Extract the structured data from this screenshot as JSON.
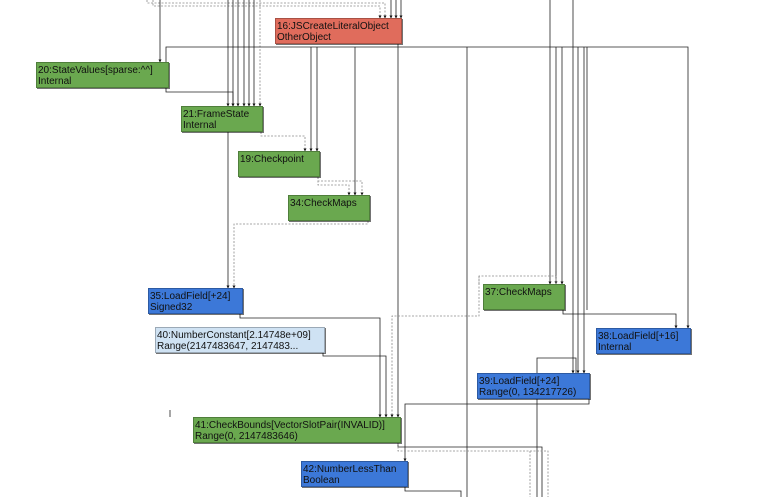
{
  "nodes": [
    {
      "id": "16",
      "line1": "16:JSCreateLiteralObject",
      "line2": "OtherObject",
      "kind": "red"
    },
    {
      "id": "20",
      "line1": "20:StateValues[sparse:^^]",
      "line2": "Internal",
      "kind": "green"
    },
    {
      "id": "21",
      "line1": "21:FrameState",
      "line2": "Internal",
      "kind": "green"
    },
    {
      "id": "19",
      "line1": "19:Checkpoint",
      "line2": "",
      "kind": "green"
    },
    {
      "id": "34",
      "line1": "34:CheckMaps",
      "line2": "",
      "kind": "green"
    },
    {
      "id": "35",
      "line1": "35:LoadField[+24]",
      "line2": "Signed32",
      "kind": "blue"
    },
    {
      "id": "37",
      "line1": "37:CheckMaps",
      "line2": "",
      "kind": "green"
    },
    {
      "id": "40",
      "line1": "40:NumberConstant[2.14748e+09]",
      "line2": "Range(2147483647, 2147483...",
      "kind": "pale"
    },
    {
      "id": "38",
      "line1": "38:LoadField[+16]",
      "line2": "Internal",
      "kind": "blue"
    },
    {
      "id": "39",
      "line1": "39:LoadField[+24]",
      "line2": "Range(0, 134217726)",
      "kind": "blue"
    },
    {
      "id": "41",
      "line1": "41:CheckBounds[VectorSlotPair(INVALID)]",
      "line2": "Range(0, 2147483646)",
      "kind": "green"
    },
    {
      "id": "42",
      "line1": "42:NumberLessThan",
      "line2": "Boolean",
      "kind": "blue"
    }
  ]
}
